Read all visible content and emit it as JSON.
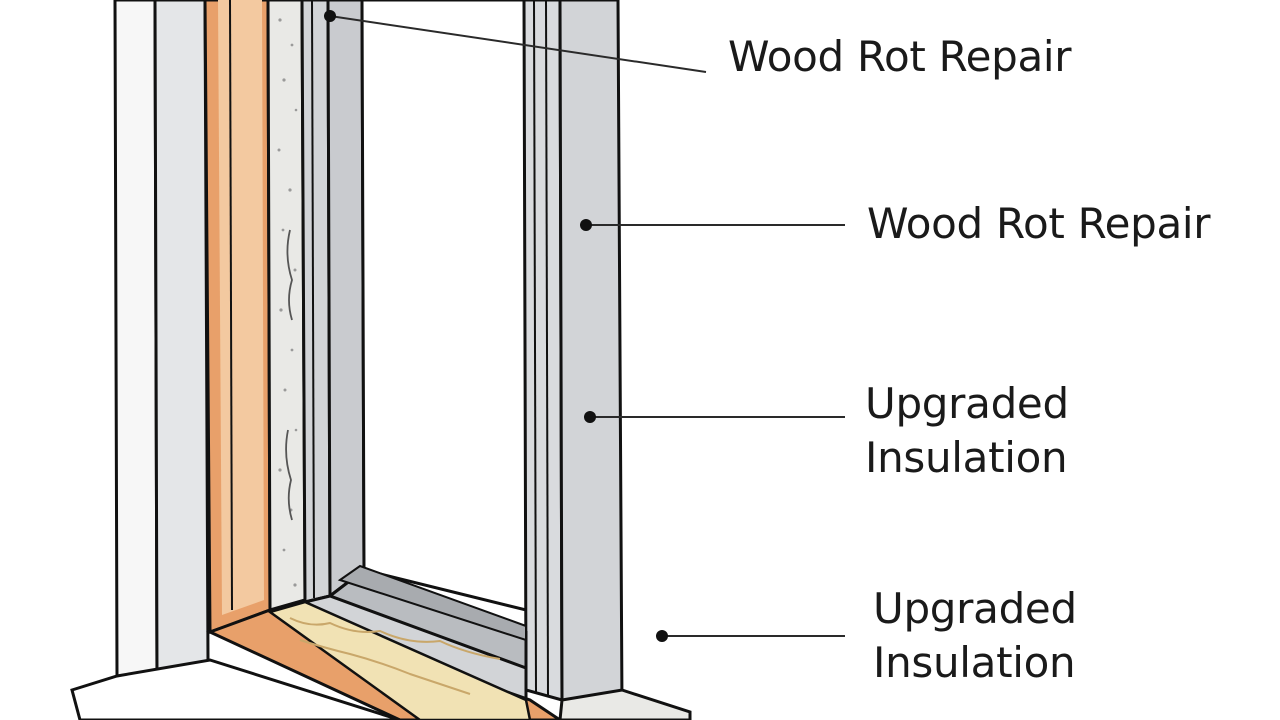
{
  "callouts": [
    {
      "text": "Wood Rot Repair"
    },
    {
      "text": "Wood Rot Repair"
    },
    {
      "lines": [
        "Upgraded",
        "Insulation"
      ]
    },
    {
      "lines": [
        "Upgraded",
        "Insulation"
      ]
    }
  ],
  "colors": {
    "outline": "#111111",
    "wood_trim": "#e8a06a",
    "wood_trim_light": "#f3c9a0",
    "frame_gray": "#d2d4d7",
    "frame_gray_dark": "#b9bcc0",
    "insulation_foam": "#f1e2b4",
    "wall_white": "#f7f7f7",
    "leader_line": "#2a2a2a"
  }
}
